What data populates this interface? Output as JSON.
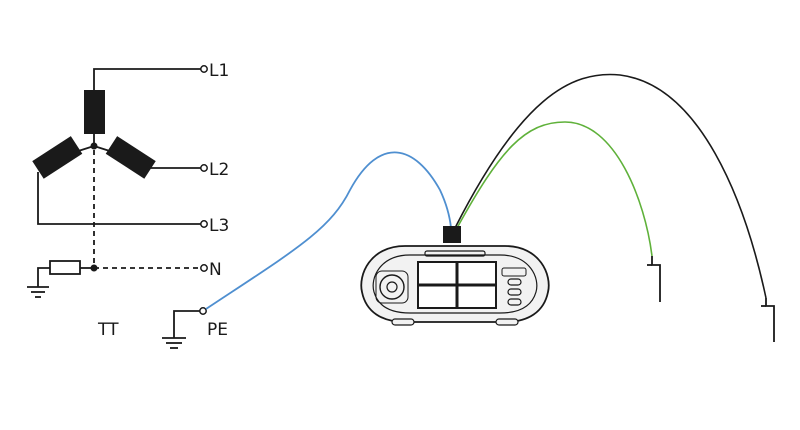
{
  "labels": {
    "l1": "L1",
    "l2": "L2",
    "l3": "L3",
    "n": "N",
    "pe": "PE",
    "system": "TT"
  },
  "colors": {
    "line": "#1a1a1a",
    "blue_lead": "#4f8fd0",
    "green_lead": "#5fb13a",
    "black_lead": "#1a1a1a",
    "device_shell": "#f2f2f2"
  },
  "icons": {
    "earth": "ground-icon",
    "resistor": "resistor-icon",
    "windings": "winding-coil-icon",
    "test_probe": "probe-icon",
    "instrument": "multifunction-tester-icon"
  }
}
